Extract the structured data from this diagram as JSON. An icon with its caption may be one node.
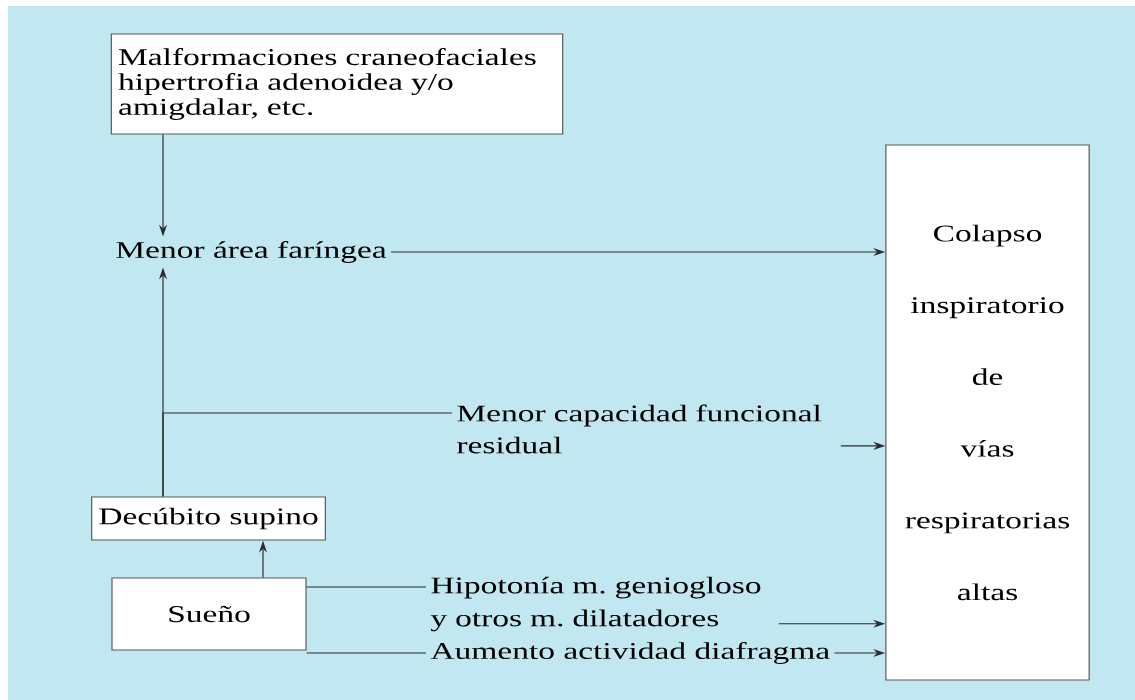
{
  "diagram": {
    "nodes": [
      {
        "text": [
          "Malformaciones craneofaciales hipertrofia adenoidea y/o amigdalar, etc."
        ]
      },
      {
        "text": [
          "Menor área faríngea"
        ]
      },
      {
        "text": [
          "Colapso inspiratorio de vías respiratorias altas"
        ]
      },
      {
        "text": [
          "Menor capacidad funcional residual"
        ]
      },
      {
        "text": [
          "Decúbito supino"
        ]
      },
      {
        "text": [
          "Sueño"
        ]
      },
      {
        "text": [
          "Hipotonía m. geniogloso y otros m. dilatadores"
        ]
      },
      {
        "text": [
          "Aumento actividad diafragma"
        ]
      }
    ],
    "edges": [
      {
        "from": 0,
        "to": 1,
        "arrow": "to"
      },
      {
        "from": 1,
        "to": 2,
        "arrow": "to"
      },
      {
        "from": 4,
        "to": 1,
        "arrow": "to"
      },
      {
        "from": 4,
        "to": 3,
        "arrow": "none"
      },
      {
        "from": 3,
        "to": 2,
        "arrow": "to"
      },
      {
        "from": 5,
        "to": 4,
        "arrow": "to"
      },
      {
        "from": 5,
        "to": 6,
        "arrow": "none"
      },
      {
        "from": 5,
        "to": 7,
        "arrow": "none"
      },
      {
        "from": 6,
        "to": 2,
        "arrow": "to"
      },
      {
        "from": 7,
        "to": 2,
        "arrow": "to"
      }
    ]
  }
}
